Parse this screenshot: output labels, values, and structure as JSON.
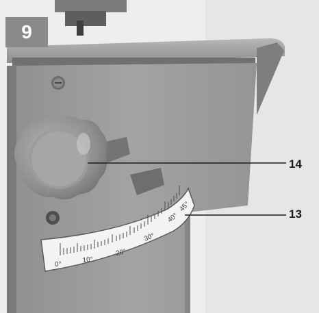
{
  "figure": {
    "number": "9",
    "callouts": [
      {
        "label": "14",
        "part": "knob"
      },
      {
        "label": "13",
        "part": "scale"
      }
    ]
  },
  "scale": {
    "tick_labels": [
      "0°",
      "10°",
      "20°",
      "30°",
      "40°",
      "45°"
    ]
  },
  "colors": {
    "badge": "#8a8a8a",
    "metal": "#9b9b9b",
    "background": "#ffffff"
  }
}
